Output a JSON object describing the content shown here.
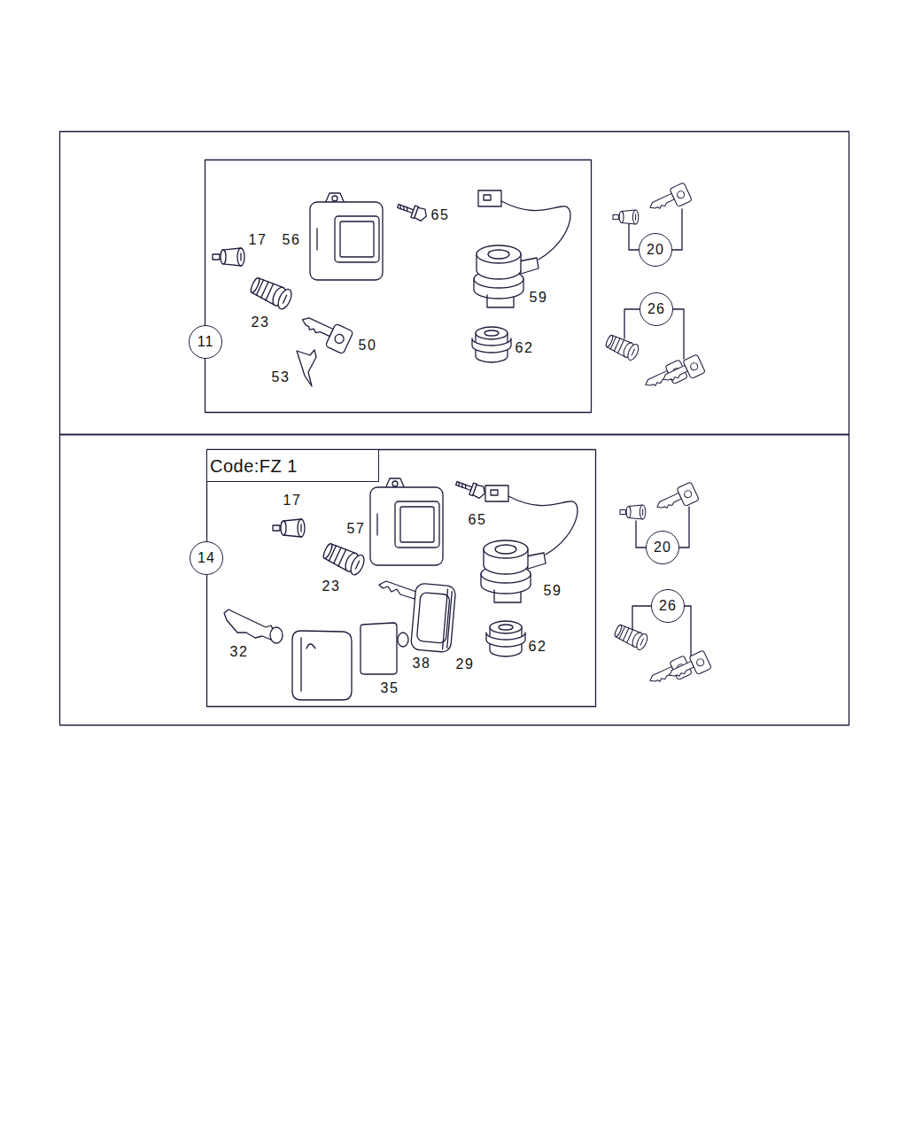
{
  "diagram": {
    "nodes": [
      {
        "text": [
          "11"
        ]
      },
      {
        "text": [
          "20"
        ]
      },
      {
        "text": [
          "26"
        ]
      },
      {
        "text": [
          "Code:FZ 1"
        ]
      },
      {
        "text": [
          "14"
        ]
      },
      {
        "text": [
          "20"
        ]
      },
      {
        "text": [
          "26"
        ]
      }
    ],
    "labels": [
      "17",
      "56",
      "65",
      "23",
      "50",
      "53",
      "59",
      "62",
      "17",
      "57",
      "65",
      "23",
      "32",
      "35",
      "38",
      "29",
      "62",
      "59"
    ]
  }
}
